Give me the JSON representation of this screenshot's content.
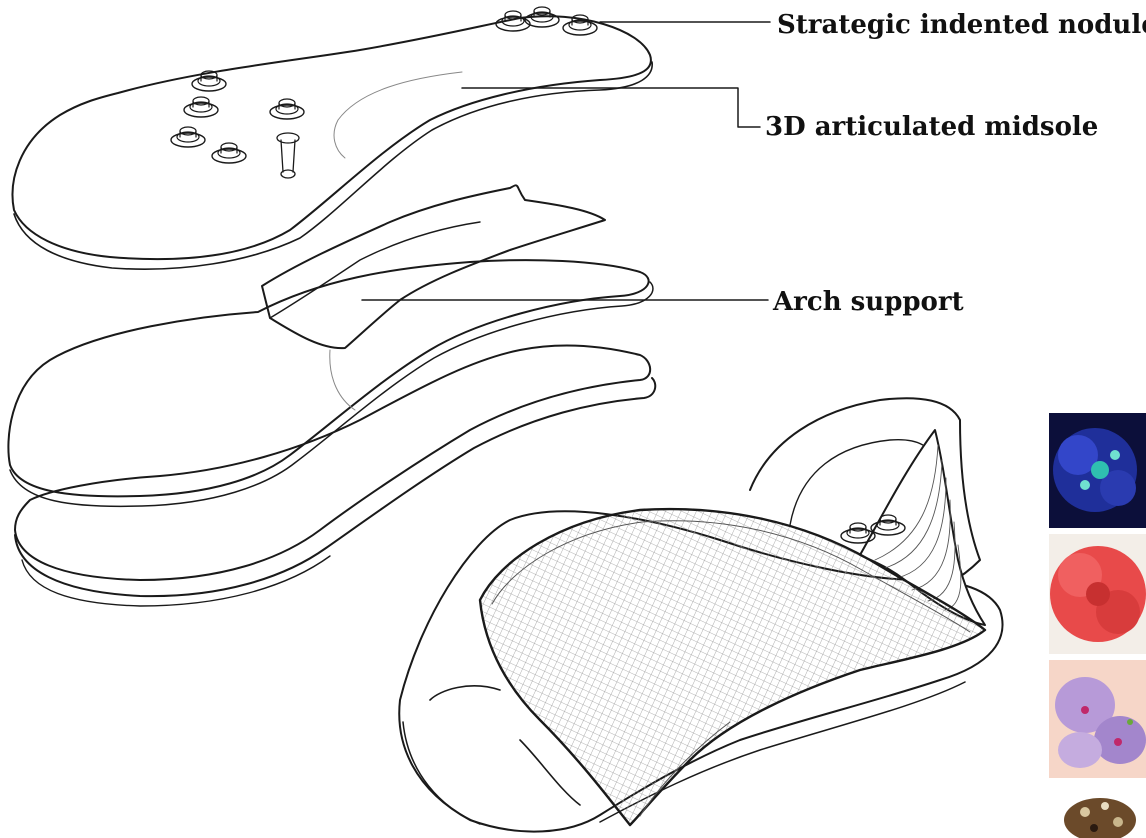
{
  "callouts": {
    "nodule": "Strategic indented nodule",
    "midsole": "3D articulated midsole",
    "arch": "Arch support"
  },
  "colors": {
    "line": "#1a1a1a",
    "mesh": "#9a9a9a",
    "swatch_blue": "#1f2f9a",
    "swatch_red": "#e84a4a",
    "swatch_purple": "#b79ad8",
    "swatch_beads": "#6b4a2a"
  },
  "swatches": [
    "blue-flower-image",
    "red-flower-image",
    "butterfly-image",
    "beads-image"
  ]
}
